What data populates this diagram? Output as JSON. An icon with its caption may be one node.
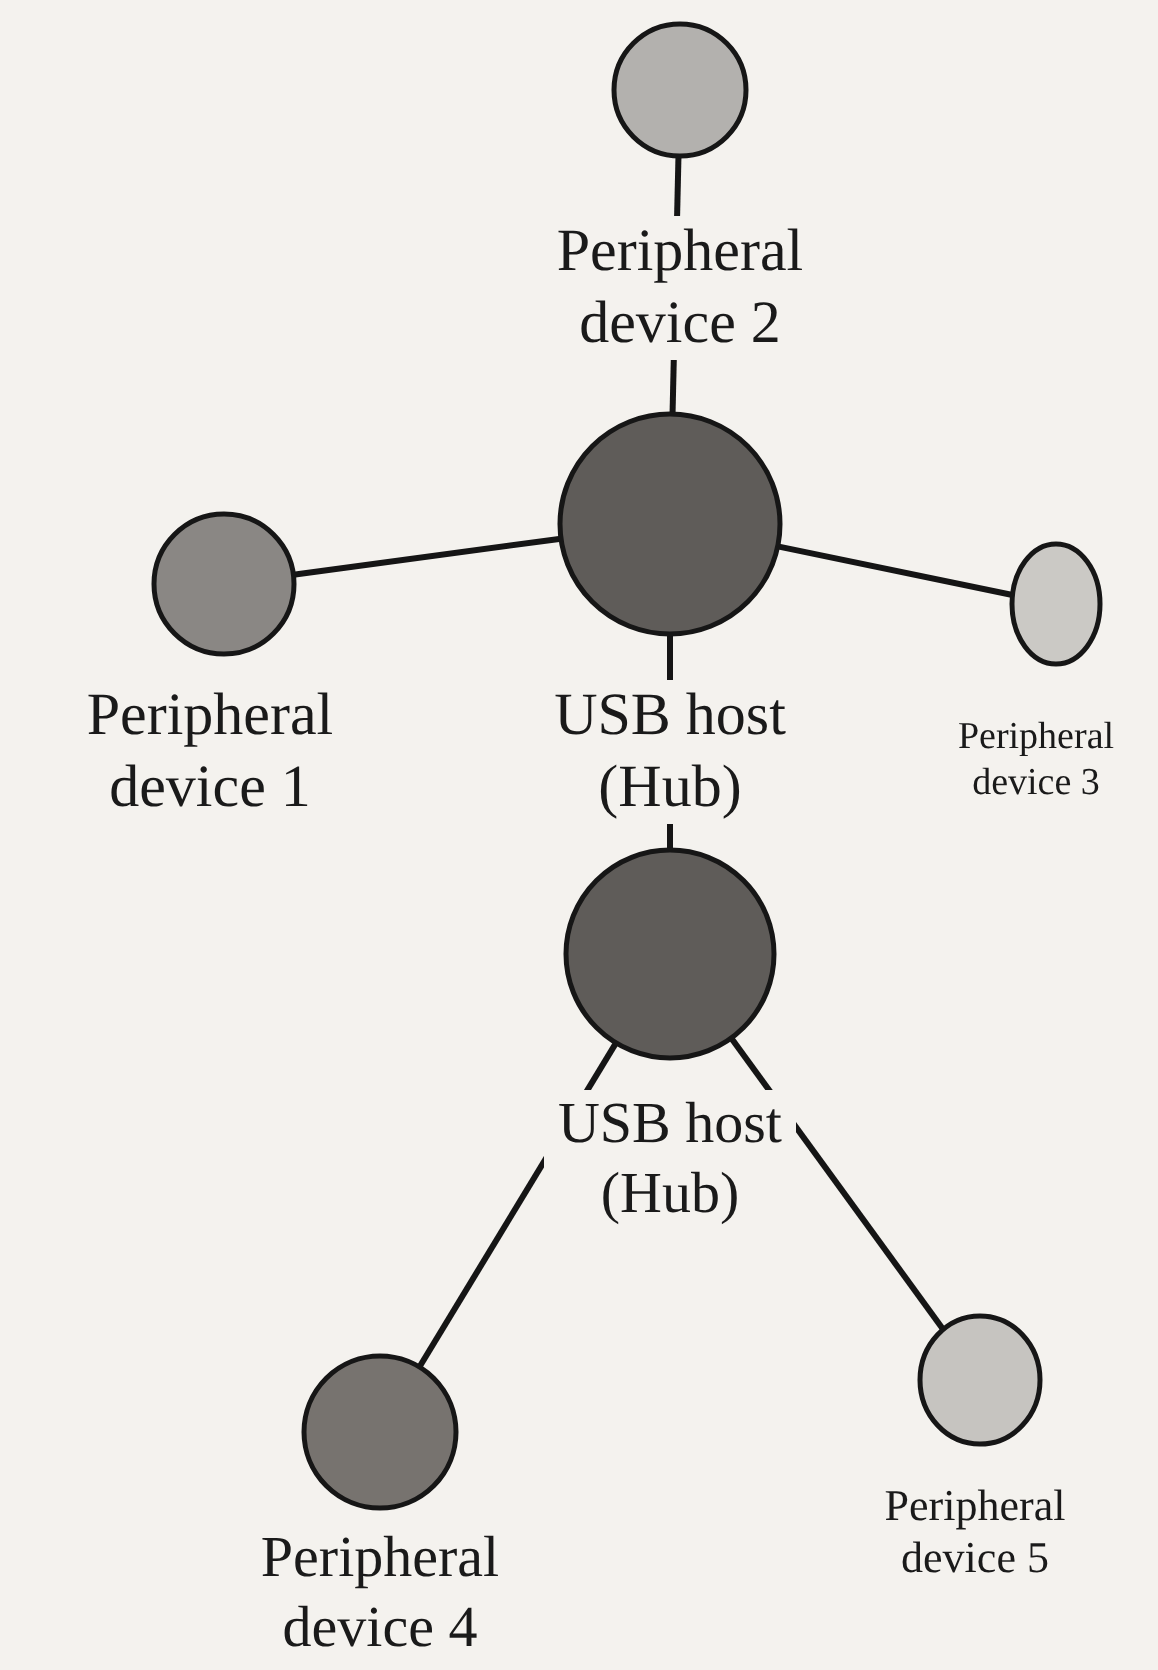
{
  "diagram": {
    "nodes": [
      {
        "text": [],
        "shape": "circle",
        "beside": [
          "Peripheral device 2"
        ]
      },
      {
        "text": [],
        "shape": "circle",
        "beside": [
          "USB host (Hub)"
        ]
      },
      {
        "text": [],
        "shape": "circle",
        "beside": [
          "Peripheral device 1"
        ]
      },
      {
        "text": [],
        "shape": "circle",
        "beside": [
          "Peripheral device 3"
        ]
      },
      {
        "text": [],
        "shape": "circle",
        "beside": [
          "USB host (Hub)"
        ]
      },
      {
        "text": [],
        "shape": "circle",
        "beside": [
          "Peripheral device 4"
        ]
      },
      {
        "text": [],
        "shape": "circle",
        "beside": [
          "Peripheral device 5"
        ]
      }
    ],
    "edges": [
      {
        "from": 0,
        "to": 1,
        "arrow": "none"
      },
      {
        "from": 2,
        "to": 1,
        "arrow": "none"
      },
      {
        "from": 1,
        "to": 3,
        "arrow": "none"
      },
      {
        "from": 1,
        "to": 4,
        "arrow": "none"
      },
      {
        "from": 4,
        "to": 5,
        "arrow": "none"
      },
      {
        "from": 4,
        "to": 6,
        "arrow": "none"
      }
    ]
  }
}
